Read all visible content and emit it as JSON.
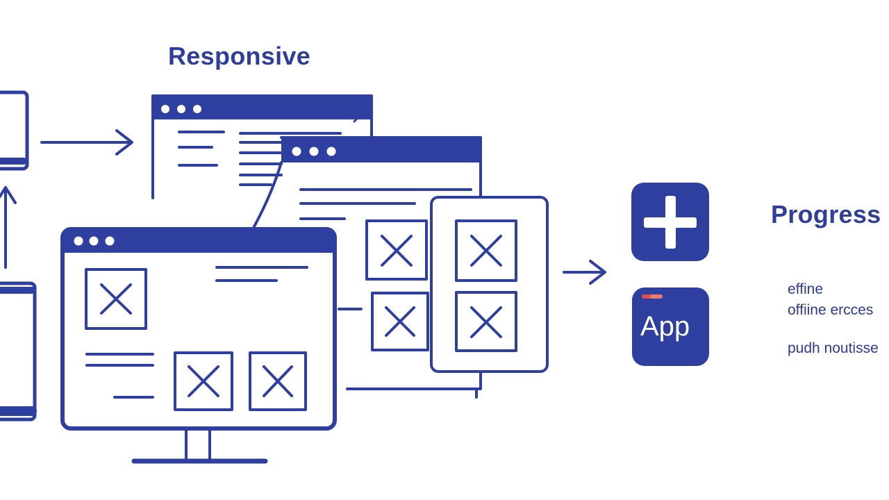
{
  "colors": {
    "primary": "#2f3f9f",
    "accent": "#d9534f",
    "background": "#ffffff"
  },
  "labels": {
    "responsive": "Responsive",
    "progress": "Progress",
    "app": "App",
    "feature_1": "effine",
    "feature_2": "offiine ercces",
    "feature_3": "pudh noutisse"
  },
  "icons": [
    "smartphone-icon",
    "tablet-icon",
    "browser-window-icon",
    "desktop-monitor-icon",
    "broken-image-icon",
    "arrow-right-icon",
    "arrow-up-icon",
    "plus-app-icon",
    "app-icon"
  ]
}
